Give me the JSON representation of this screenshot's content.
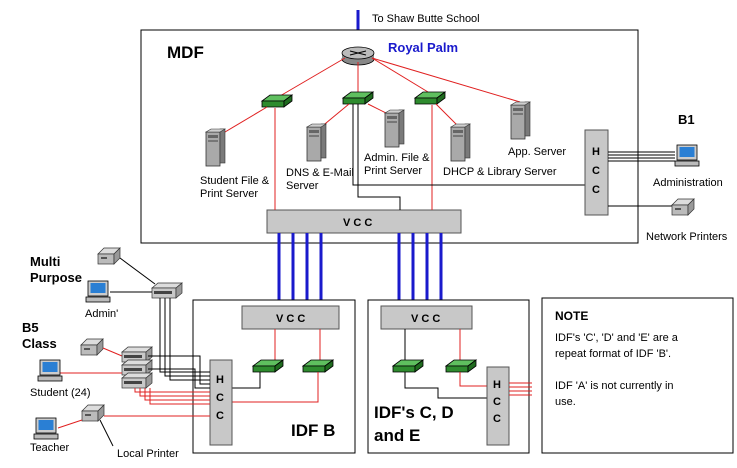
{
  "uplink_label": "To Shaw Butte School",
  "router_label": "Royal Palm",
  "mdf_label": "MDF",
  "servers": {
    "student": [
      "Student File &",
      "Print Server"
    ],
    "dns": [
      "DNS & E-Mail",
      "Server"
    ],
    "admin": [
      "Admin. File &",
      "Print Server"
    ],
    "dhcp": "DHCP & Library Server",
    "app": "App. Server"
  },
  "vcc_label": "V C C",
  "hcc_label": [
    "H",
    "C",
    "C"
  ],
  "b1_label": "B1",
  "administration_label": "Administration",
  "network_printers_label": "Network Printers",
  "multi_purpose_label": [
    "Multi",
    "Purpose"
  ],
  "admin_label": "Admin'",
  "b5_label": [
    "B5",
    "Class"
  ],
  "student_label": "Student (24)",
  "teacher_label": "Teacher",
  "local_printer_label": "Local Printer",
  "idf_b_label": "IDF B",
  "idf_cde_label": [
    "IDF's C, D",
    "and E"
  ],
  "note": {
    "title": "NOTE",
    "line1": [
      "IDF's 'C', 'D' and 'E' are a",
      "repeat format of IDF 'B'."
    ],
    "line2": [
      "IDF 'A' is not currently in",
      "use."
    ]
  },
  "colors": {
    "blue_link": "#1a1acc",
    "red_link": "#e02020",
    "switch_green": "#2e8b2e",
    "router_label": "#1a1acc"
  }
}
